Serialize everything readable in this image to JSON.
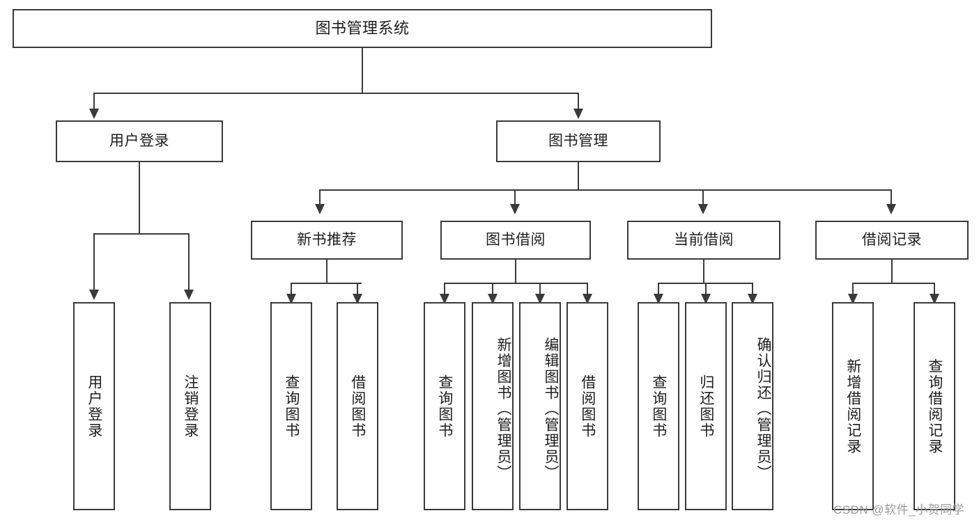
{
  "diagram": {
    "type": "tree",
    "title": "图书管理系统",
    "watermark": "CSDN @软件_小贺同学",
    "colors": {
      "stroke": "#3a3a3a",
      "fill": "#ffffff",
      "text": "#1d1d1d",
      "watermark": "#9a9a9a"
    },
    "nodes": {
      "root": {
        "label": "图书管理系统"
      },
      "level2": [
        {
          "id": "user-login",
          "label": "用户登录"
        },
        {
          "id": "book-manage",
          "label": "图书管理"
        }
      ],
      "level3": [
        {
          "id": "new-book-recommend",
          "label": "新书推荐"
        },
        {
          "id": "book-borrow",
          "label": "图书借阅"
        },
        {
          "id": "current-borrow",
          "label": "当前借阅"
        },
        {
          "id": "borrow-record",
          "label": "借阅记录"
        }
      ],
      "leaves": {
        "user_login": [
          {
            "id": "leaf-user-login",
            "label": "用户登录"
          },
          {
            "id": "leaf-logout-login",
            "label": "注销登录"
          }
        ],
        "new_book_recommend": [
          {
            "id": "leaf-query-book-1",
            "label": "查询图书"
          },
          {
            "id": "leaf-borrow-book-1",
            "label": "借阅图书"
          }
        ],
        "book_borrow": [
          {
            "id": "leaf-query-book-2",
            "label": "查询图书"
          },
          {
            "id": "leaf-add-book",
            "label": "新增图书（管理员）"
          },
          {
            "id": "leaf-edit-book",
            "label": "编辑图书（管理员）"
          },
          {
            "id": "leaf-borrow-book-2",
            "label": "借阅图书"
          }
        ],
        "current_borrow": [
          {
            "id": "leaf-query-book-3",
            "label": "查询图书"
          },
          {
            "id": "leaf-return-book",
            "label": "归还图书"
          },
          {
            "id": "leaf-confirm-return",
            "label": "确认归还（管理员）"
          }
        ],
        "borrow_record": [
          {
            "id": "leaf-add-record",
            "label": "新增借阅记录"
          },
          {
            "id": "leaf-query-record",
            "label": "查询借阅记录"
          }
        ]
      }
    }
  }
}
